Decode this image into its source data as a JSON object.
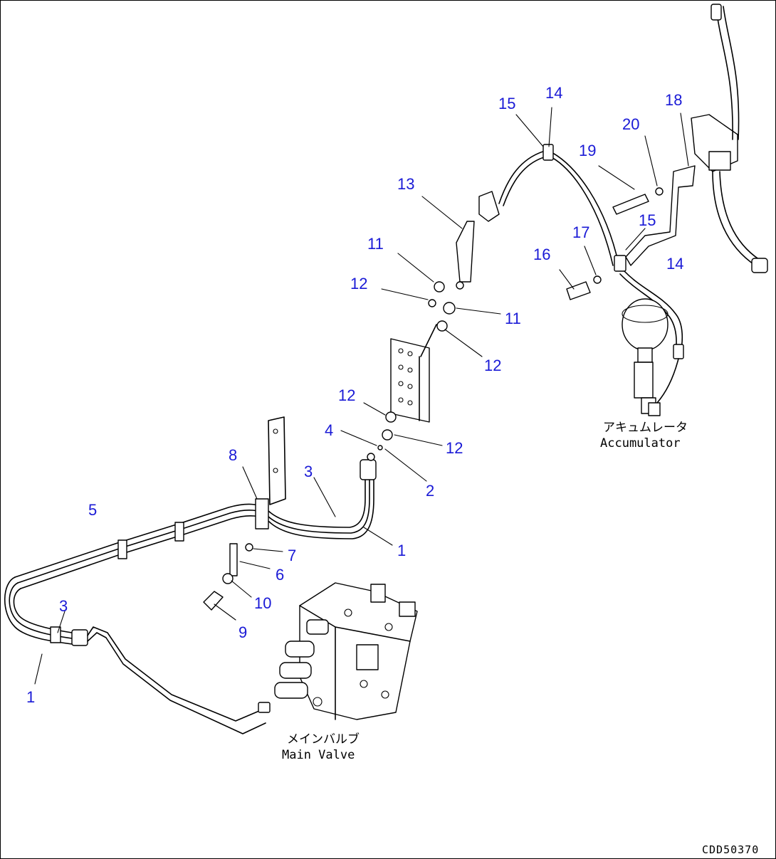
{
  "callouts": [
    {
      "id": "c-1a",
      "label": "1"
    },
    {
      "id": "c-1b",
      "label": "1"
    },
    {
      "id": "c-2",
      "label": "2"
    },
    {
      "id": "c-3a",
      "label": "3"
    },
    {
      "id": "c-3b",
      "label": "3"
    },
    {
      "id": "c-4",
      "label": "4"
    },
    {
      "id": "c-5",
      "label": "5"
    },
    {
      "id": "c-6",
      "label": "6"
    },
    {
      "id": "c-7",
      "label": "7"
    },
    {
      "id": "c-8",
      "label": "8"
    },
    {
      "id": "c-9",
      "label": "9"
    },
    {
      "id": "c-10",
      "label": "10"
    },
    {
      "id": "c-11a",
      "label": "11"
    },
    {
      "id": "c-11b",
      "label": "11"
    },
    {
      "id": "c-12a",
      "label": "12"
    },
    {
      "id": "c-12b",
      "label": "12"
    },
    {
      "id": "c-12c",
      "label": "12"
    },
    {
      "id": "c-12d",
      "label": "12"
    },
    {
      "id": "c-13",
      "label": "13"
    },
    {
      "id": "c-14a",
      "label": "14"
    },
    {
      "id": "c-14b",
      "label": "14"
    },
    {
      "id": "c-15a",
      "label": "15"
    },
    {
      "id": "c-15b",
      "label": "15"
    },
    {
      "id": "c-16",
      "label": "16"
    },
    {
      "id": "c-17",
      "label": "17"
    },
    {
      "id": "c-18",
      "label": "18"
    },
    {
      "id": "c-19",
      "label": "19"
    },
    {
      "id": "c-20",
      "label": "20"
    }
  ],
  "captions": {
    "accumulator_jp": "アキュムレータ",
    "accumulator_en": "Accumulator",
    "main_valve_jp": "メインバルブ",
    "main_valve_en": "Main Valve"
  },
  "document_id": "CDD50370",
  "colors": {
    "callout": "#1a1ad6",
    "line": "#000000",
    "background": "#ffffff"
  }
}
